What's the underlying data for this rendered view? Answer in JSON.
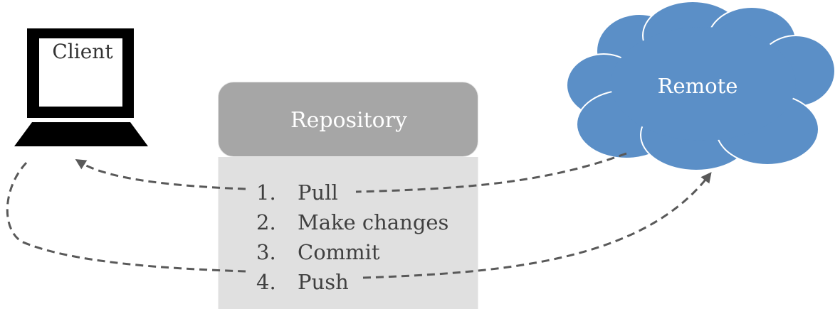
{
  "client": {
    "label": "Client",
    "icon": "laptop-icon"
  },
  "repository": {
    "title": "Repository"
  },
  "steps": [
    {
      "num": "1.",
      "label": "Pull"
    },
    {
      "num": "2.",
      "label": "Make changes"
    },
    {
      "num": "3.",
      "label": "Commit"
    },
    {
      "num": "4.",
      "label": "Push"
    }
  ],
  "remote": {
    "label": "Remote",
    "icon": "cloud-icon"
  },
  "colors": {
    "cloud_fill": "#5b8fc7",
    "cloud_stroke": "#ffffff",
    "repo_header": "#a6a6a6",
    "repo_body": "#e0e0e0",
    "arrow": "#595959",
    "laptop": "#000000"
  }
}
